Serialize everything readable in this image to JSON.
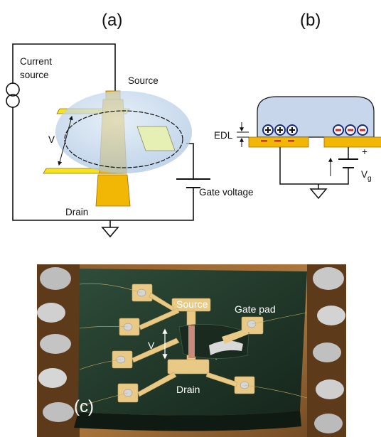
{
  "figure": {
    "panel_a": {
      "label": "(a)",
      "current_source_line1": "Current",
      "current_source_line2": "source",
      "source": "Source",
      "v": "V",
      "drain": "Drain",
      "gate_voltage": "Gate voltage"
    },
    "panel_b": {
      "label": "(b)",
      "edl": "EDL",
      "vg_main": "V",
      "vg_sub": "g",
      "plus_symbol": "+"
    },
    "panel_c": {
      "label": "(c)",
      "source": "Source",
      "gate_pad": "Gate pad",
      "v": "V",
      "drain": "Drain"
    },
    "colors": {
      "gold": "#f2b705",
      "gold_pad": "#e8c985",
      "yellow_electrode": "#f7e21b",
      "electrolyte": "#bcd2e8",
      "ion_plus": "#1b2a7a",
      "ion_minus": "#c0392b",
      "substrate_green": "#254131"
    }
  }
}
